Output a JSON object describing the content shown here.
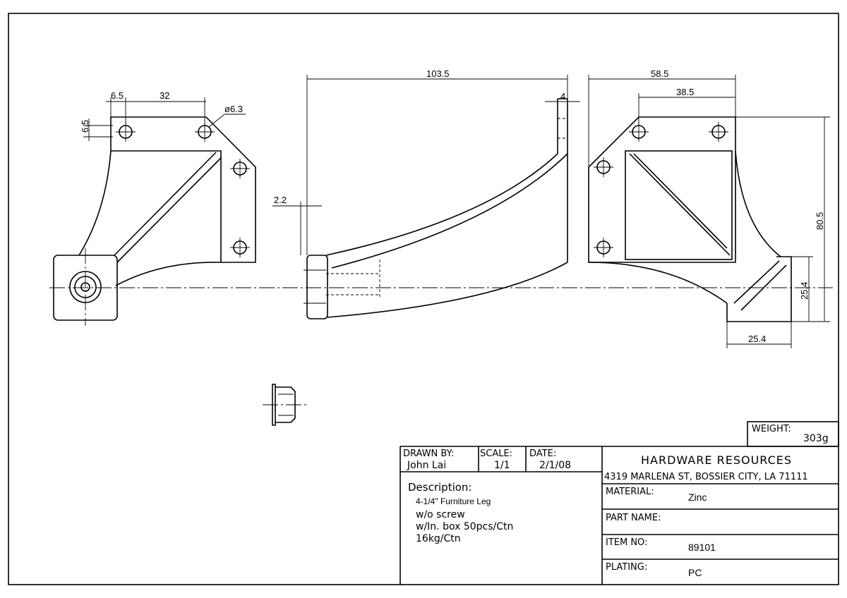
{
  "dimensions": {
    "front_6_5_h": "6.5",
    "front_32": "32",
    "front_6_5_v": "6.5",
    "front_hole_dia": "ø6.3",
    "side_103_5": "103.5",
    "side_4": "4",
    "side_2_2": "2.2",
    "top_58_5": "58.5",
    "top_38_5": "38.5",
    "top_80_5": "80.5",
    "top_25_4_v": "25.4",
    "top_25_4_h": "25.4"
  },
  "title_block": {
    "weight_label": "WEIGHT:",
    "weight_value": "303g",
    "drawn_by_label": "DRAWN BY:",
    "drawn_by_value": "John Lai",
    "scale_label": "SCALE:",
    "scale_value": "1/1",
    "date_label": "DATE:",
    "date_value": "2/1/08",
    "company_name": "HARDWARE RESOURCES",
    "company_address": "4319 MARLENA ST, BOSSIER CITY, LA 71111",
    "description_label": "Description:",
    "description_lines": [
      "4-1/4\" Furniture Leg",
      "w/o screw",
      "w/In. box 50pcs/Ctn",
      "16kg/Ctn"
    ],
    "material_label": "MATERIAL:",
    "material_value": "Zinc",
    "part_name_label": "PART NAME:",
    "part_name_value": "",
    "item_no_label": "ITEM NO:",
    "item_no_value": "89101",
    "plating_label": "PLATING:",
    "plating_value": "PC"
  }
}
